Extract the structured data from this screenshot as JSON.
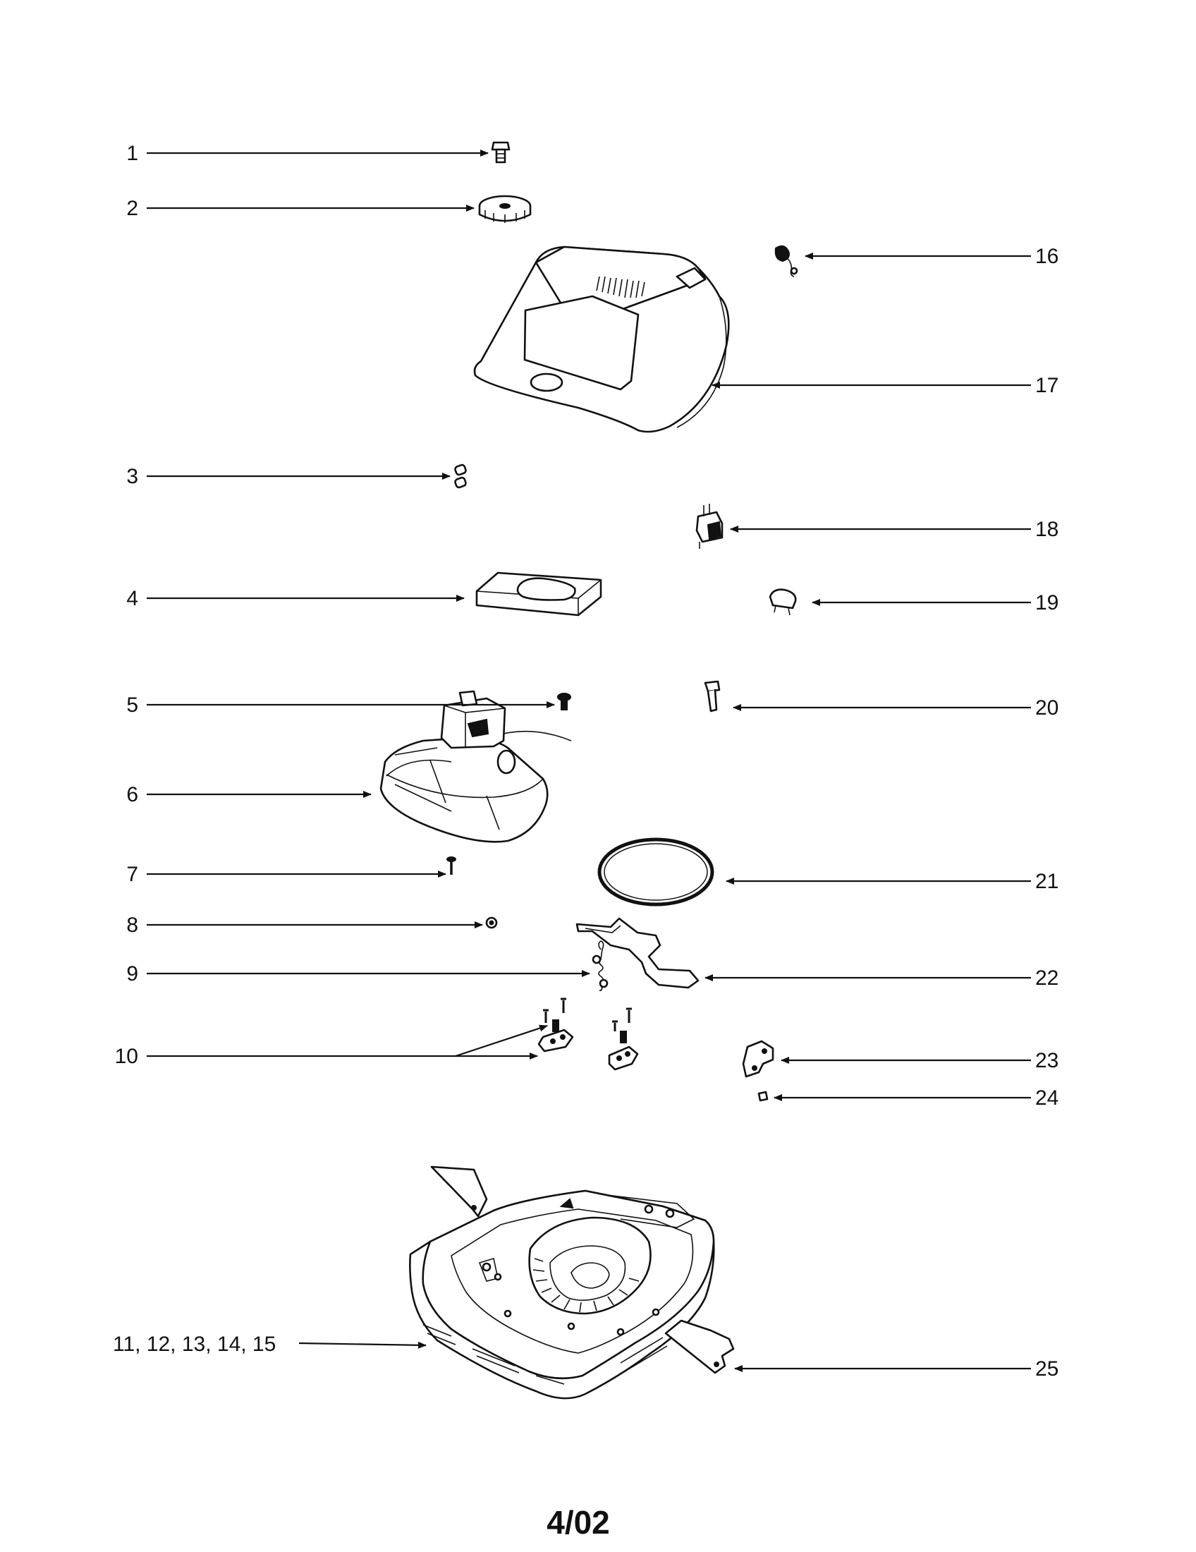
{
  "callouts": [
    {
      "id": "1",
      "label": "1"
    },
    {
      "id": "2",
      "label": "2"
    },
    {
      "id": "3",
      "label": "3"
    },
    {
      "id": "4",
      "label": "4"
    },
    {
      "id": "5",
      "label": "5"
    },
    {
      "id": "6",
      "label": "6"
    },
    {
      "id": "7",
      "label": "7"
    },
    {
      "id": "8",
      "label": "8"
    },
    {
      "id": "9",
      "label": "9"
    },
    {
      "id": "10",
      "label": "10"
    },
    {
      "id": "11-15",
      "label": "11, 12, 13, 14, 15"
    },
    {
      "id": "16",
      "label": "16"
    },
    {
      "id": "17",
      "label": "17"
    },
    {
      "id": "18",
      "label": "18"
    },
    {
      "id": "19",
      "label": "19"
    },
    {
      "id": "20",
      "label": "20"
    },
    {
      "id": "21",
      "label": "21"
    },
    {
      "id": "22",
      "label": "22"
    },
    {
      "id": "23",
      "label": "23"
    },
    {
      "id": "24",
      "label": "24"
    },
    {
      "id": "25",
      "label": "25"
    }
  ],
  "footer": {
    "text": "4/02"
  }
}
